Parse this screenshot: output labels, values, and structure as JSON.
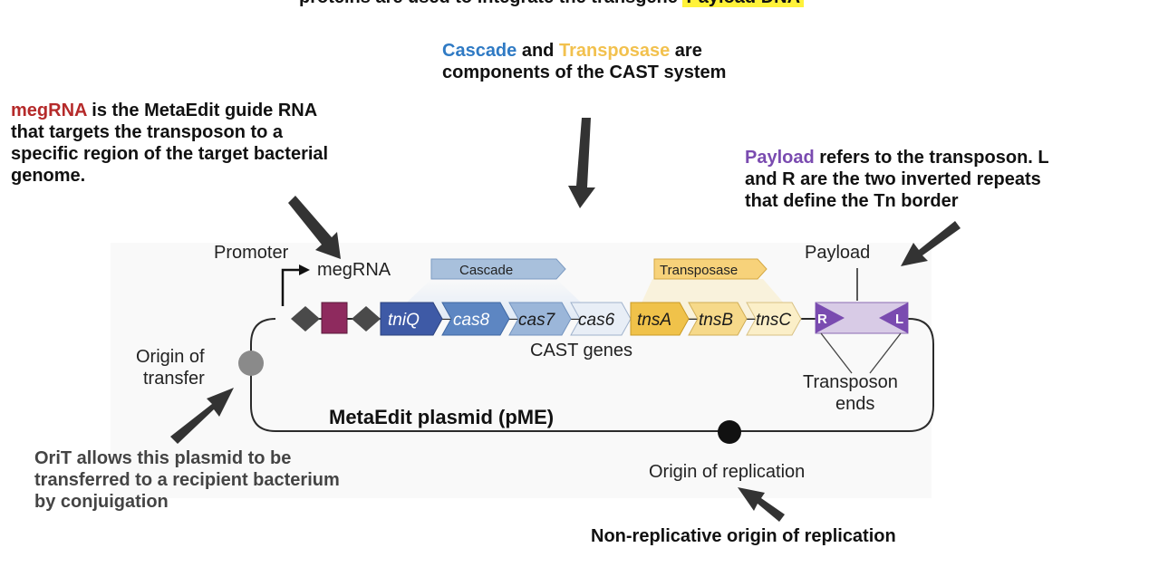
{
  "top_banner": {
    "text": "proteins are used to integrate the transgene",
    "highlight": "Payload DNA"
  },
  "notes": {
    "cast": {
      "kw1": "Cascade",
      "mid1": " and ",
      "kw2": "Transposase",
      "rest1": " are",
      "line2": "components of the CAST system"
    },
    "megrna": {
      "kw": "megRNA",
      "rest": " is the MetaEdit guide RNA",
      "line2": "that targets the transposon to a",
      "line3": "specific region of the target bacterial",
      "line4": "genome."
    },
    "payload": {
      "kw": "Payload",
      "rest": " refers to the transposon. L",
      "line2": "and R are the two inverted repeats",
      "line3": "that define the Tn border"
    },
    "orit": {
      "line1": "OriT allows this plasmid to be",
      "line2": "transferred to a recipient bacterium",
      "line3": "by conjuigation"
    },
    "ori": {
      "text": "Non-replicative origin of replication"
    }
  },
  "diagram": {
    "promoter": "Promoter",
    "megrna": "megRNA",
    "cascade": "Cascade",
    "transposase": "Transposase",
    "payload": "Payload",
    "cast_genes": "CAST genes",
    "origin_transfer_1": "Origin of",
    "origin_transfer_2": "transfer",
    "transposon_ends_1": "Transposon",
    "transposon_ends_2": "ends",
    "plasmid_title": "MetaEdit plasmid (pME)",
    "origin_replication": "Origin of replication",
    "r": "R",
    "l": "L",
    "genes": [
      "tniQ",
      "cas8",
      "cas7",
      "cas6",
      "tnsA",
      "tnsB",
      "tnsC"
    ]
  },
  "colors": {
    "megrna_kw": "#b52a2a",
    "cascade_kw": "#2f7ac4",
    "transposase_kw": "#f2c14e",
    "payload_kw": "#7a4bb0",
    "tniq": "#3e5aa6",
    "cas8": "#5d86c2",
    "cas7": "#9bb6d9",
    "cas6": "#e8eef6",
    "tnsa": "#f0c24a",
    "tnsb": "#f6d98a",
    "tnsc": "#fbefc8",
    "payload_box": "#d8cbe6",
    "ir": "#7a4bb0",
    "megrna_box": "#8e2a5e"
  }
}
